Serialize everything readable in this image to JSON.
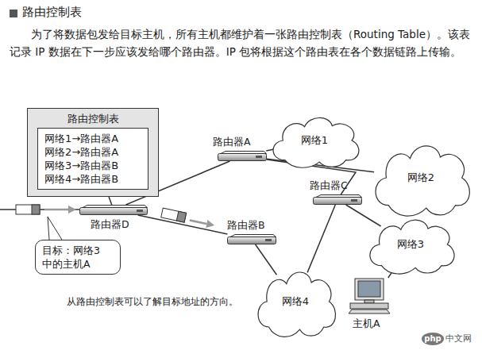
{
  "diagram": {
    "title": "路由控制表",
    "caption": "从路由控制表可以了解目标地址的方向。",
    "nodes": [
      {
        "text": [
          "路由控制表"
        ]
      },
      {
        "text": [
          "网络1→路由器A",
          "网络2→路由器A",
          "网络3→路由器B",
          "网络4→路由器B"
        ],
        "in": 0
      },
      {
        "text": [
          "网络1"
        ]
      },
      {
        "text": [
          "路由器A"
        ]
      },
      {
        "text": [
          "网络2"
        ]
      },
      {
        "text": [
          "路由器C"
        ]
      },
      {
        "text": [
          "路由器D"
        ]
      },
      {
        "text": [
          "路由器B"
        ]
      },
      {
        "text": [
          "目标：网络3 中的主机A"
        ]
      },
      {
        "text": [
          "网络3"
        ]
      },
      {
        "text": [
          "网络4"
        ]
      },
      {
        "text": [
          "主机A"
        ]
      }
    ],
    "edges": [
      {
        "from": 0,
        "to": 6,
        "arrow": "none"
      },
      {
        "from": 6,
        "to": 3,
        "arrow": "none"
      },
      {
        "from": 6,
        "to": 7,
        "arrow": "none"
      },
      {
        "from": 3,
        "to": 2,
        "arrow": "none"
      },
      {
        "from": 3,
        "to": 4,
        "arrow": "none"
      },
      {
        "from": 3,
        "to": 5,
        "arrow": "none"
      },
      {
        "from": 5,
        "to": 9,
        "arrow": "none"
      },
      {
        "from": 5,
        "to": 10,
        "arrow": "none"
      },
      {
        "from": 7,
        "to": 10,
        "arrow": "none"
      },
      {
        "from": 9,
        "to": 11,
        "arrow": "none"
      }
    ],
    "labels": [
      "为了将数据包发给目标主机，所有主机都维护着一张路由控制表（Routing Table）。该表记录 IP 数据在下一步应该发给哪个路由器。IP 包将根据这个路由表在各个数据链路上传输。",
      "php",
      "中文网"
    ]
  }
}
